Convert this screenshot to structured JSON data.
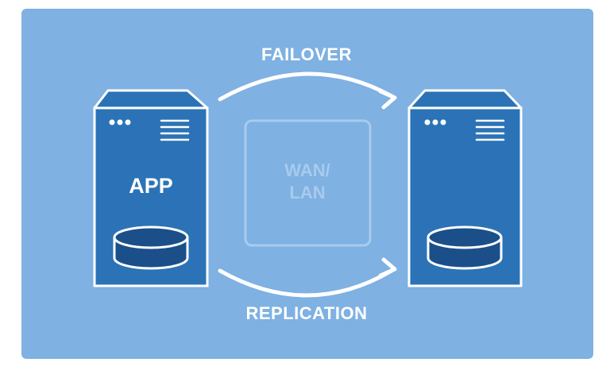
{
  "diagram": {
    "top_label": "FAILOVER",
    "bottom_label": "REPLICATION",
    "network_label_line1": "WAN/",
    "network_label_line2": "LAN",
    "left_server_label": "APP"
  },
  "colors": {
    "background": "#7FB1E2",
    "server_fill": "#2B73B6",
    "server_outline": "#FFFFFF",
    "db_fill": "#1B4F8A",
    "network_box": "#A8CBEE",
    "text": "#FFFFFF"
  }
}
